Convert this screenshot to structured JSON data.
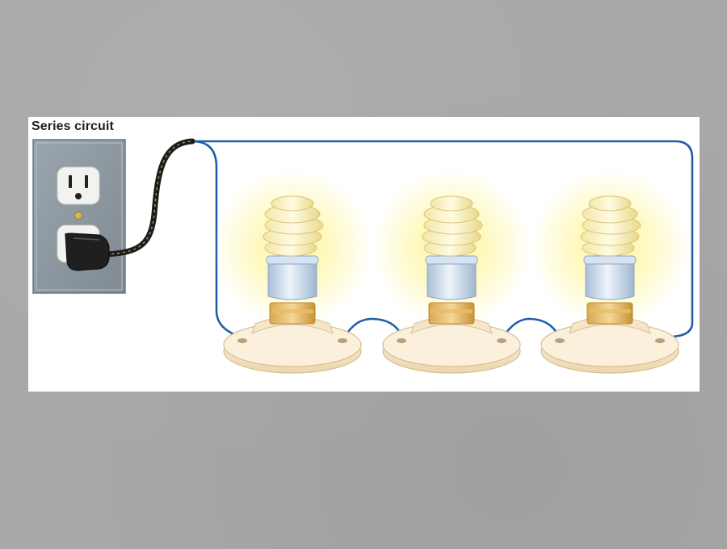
{
  "diagram": {
    "title": "Series circuit",
    "components": [
      {
        "name": "wall-outlet",
        "icon": "outlet-icon"
      },
      {
        "name": "power-plug",
        "icon": "plug-icon"
      },
      {
        "name": "bulb-1",
        "icon": "cfl-bulb-icon"
      },
      {
        "name": "bulb-2",
        "icon": "cfl-bulb-icon"
      },
      {
        "name": "bulb-3",
        "icon": "cfl-bulb-icon"
      }
    ],
    "colors": {
      "wire": "#1f5fa8",
      "glow": "#fff27a",
      "socket_base": "#f3e1c2",
      "outlet_plate": "#8f9aa2"
    }
  }
}
